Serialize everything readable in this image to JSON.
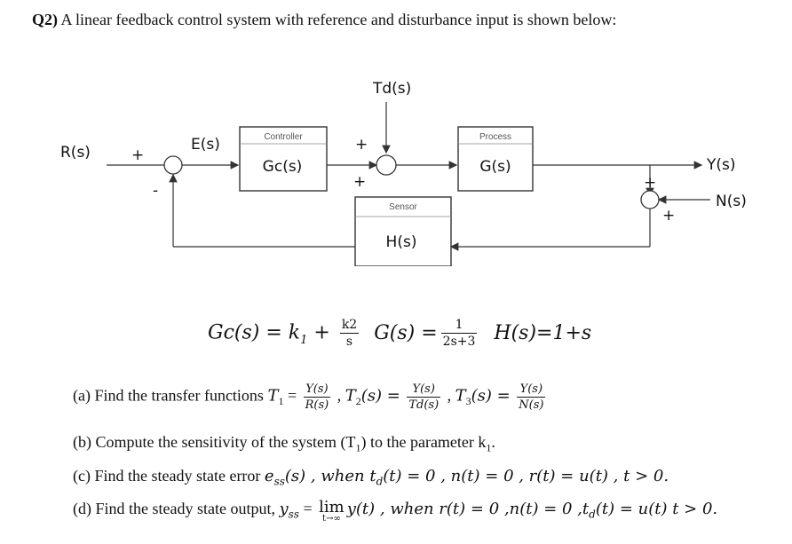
{
  "question": {
    "number": "Q2)",
    "text": "A linear feedback control system with reference and disturbance input is shown below:"
  },
  "diagram": {
    "label_R": "R(s)",
    "label_E": "E(s)",
    "label_Td": "Td(s)",
    "label_Y": "Y(s)",
    "label_N": "N(s)",
    "controller_caption": "Controller",
    "controller_tf": "Gc(s)",
    "process_caption": "Process",
    "process_tf": "G(s)",
    "sensor_caption": "Sensor",
    "sensor_tf": "H(s)",
    "signs": {
      "plus": "+",
      "minus": "-"
    }
  },
  "equations": {
    "gc_lhs": "Gc(s) = k",
    "gc_sub1": "1",
    "gc_plus": " + ",
    "gc_frac_num": "k2",
    "gc_frac_den": "s",
    "g_lhs": "G(s) =",
    "g_frac_num": "1",
    "g_frac_den": "2s+3",
    "h": "H(s)=1+s"
  },
  "parts": {
    "a_intro": "(a) Find the transfer functions",
    "a_T1": "T",
    "a_T1_sub": "1",
    "a_T1_num": "Y(s)",
    "a_T1_den": "R(s)",
    "a_T2": "T",
    "a_T2_sub": "2",
    "a_T2_arg": "(s) =",
    "a_T2_num": "Y(s)",
    "a_T2_den": "Td(s)",
    "a_T3": "T",
    "a_T3_sub": "3",
    "a_T3_arg": "(s) =",
    "a_T3_num": "Y(s)",
    "a_T3_den": "N(s)",
    "b": "(b) Compute the sensitivity of the system (T",
    "b_sub": "1",
    "b_rest": ") to the parameter k",
    "b_sub2": "1",
    "b_end": ".",
    "c_pre": "(c) Find the steady state error",
    "c_math": "e",
    "c_sub": "ss",
    "c_rest": "(s) , when t",
    "c_sub2": "d",
    "c_rest2": "(t) = 0 , n(t) = 0 , r(t) = u(t) , t > 0.",
    "d_pre": "(d) Find the steady state output,",
    "d_y": "y",
    "d_sub": "ss",
    "d_eq": " = ",
    "d_lim": "lim",
    "d_lim_sub": "t→∞",
    "d_rest": "y(t) , when r(t) = 0 ,n(t) = 0 ,t",
    "d_sub2": "d",
    "d_rest2": "(t) = u(t) t > 0."
  }
}
